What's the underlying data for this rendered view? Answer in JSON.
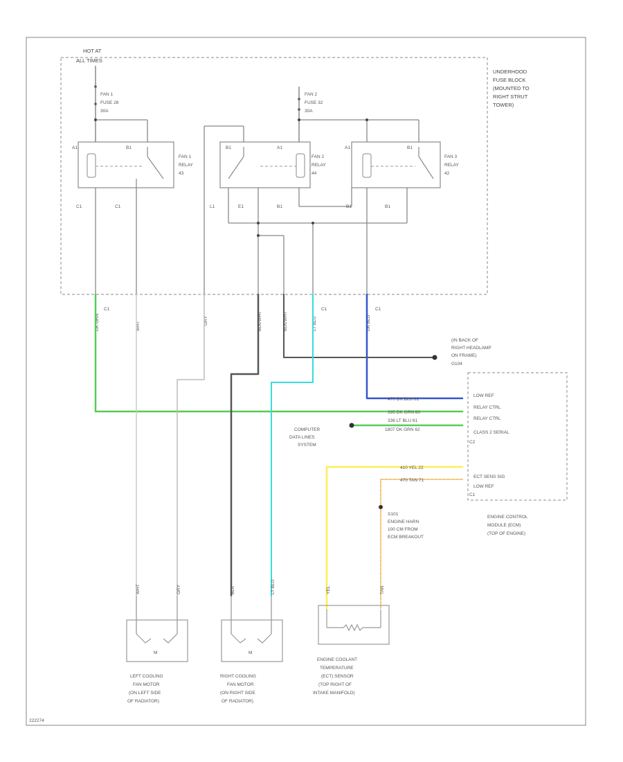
{
  "fuse_block": {
    "hot_label": [
      "HOT AT",
      "ALL TIMES"
    ],
    "title": [
      "UNDERHOOD",
      "FUSE BLOCK",
      "(MOUNTED TO",
      "RIGHT STRUT",
      "TOWER)"
    ],
    "fuse1": [
      "FAN 1",
      "FUSE 28",
      "30A"
    ],
    "fuse2": [
      "FAN 2",
      "FUSE 32",
      "30A"
    ],
    "relay1": [
      "FAN 1",
      "RELAY",
      "43"
    ],
    "relay2": [
      "FAN 2",
      "RELAY",
      "44"
    ],
    "relay3": [
      "FAN 3",
      "RELAY",
      "42"
    ],
    "pins_top": [
      "A1",
      "B1",
      "B1",
      "A1",
      "A1",
      "B1"
    ],
    "pins_bottom": [
      "C1",
      "C1",
      "L1",
      "E1",
      "B1",
      "B1",
      "B1"
    ]
  },
  "connectors": [
    "C1",
    "C1",
    "C1"
  ],
  "ground": {
    "label": [
      "(IN BACK OF",
      "RIGHT HEADLAMP",
      "ON FRAME)"
    ],
    "id": "G104"
  },
  "wires_vertical": [
    "DK GRN",
    "WHT",
    "GRY",
    "BLK/WHT",
    "BLK/WHT",
    "LT BLU",
    "DK BLU"
  ],
  "ecm": {
    "pins": [
      "LOW REF",
      "RELAY CTRL",
      "RELAY CTRL",
      "CLASS 2 SERIAL",
      "ECT SENS SIG",
      "LOW REF"
    ],
    "connector_ids": [
      "C2",
      "C1"
    ],
    "title": [
      "ENGINE CONTROL",
      "MODULE (ECM)",
      "(TOP OF ENGINE)"
    ],
    "wires": [
      "470  DK BLU  61",
      "335  DK GRN  60",
      "336  LT BLU  61",
      "1807  DK GRN  62",
      "410  YEL  22",
      "470  TAN  71"
    ]
  },
  "computer_data": [
    "COMPUTER",
    "DATA LINES",
    "SYSTEM"
  ],
  "splice": [
    "S101",
    "ENGINE HARN",
    "100 CM FROM",
    "ECM BREAKOUT"
  ],
  "left_fan": {
    "title": [
      "LEFT COOLING",
      "FAN MOTOR",
      "(ON LEFT SIDE",
      "OF RADIATOR)"
    ],
    "wires": [
      "WHT",
      "GRY"
    ],
    "motor": "M"
  },
  "right_fan": {
    "title": [
      "RIGHT COOLING",
      "FAN MOTOR",
      "(ON RIGHT SIDE",
      "OF RADIATOR)"
    ],
    "wires": [
      "BLK",
      "LT BLU"
    ],
    "motor": "M"
  },
  "ect": {
    "title": [
      "ENGINE COOLANT",
      "TEMPERATURE",
      "(ECT) SENSOR",
      "(TOP RIGHT OF",
      "INTAKE MANIFOLD)"
    ],
    "wires": [
      "YEL",
      "TAN"
    ]
  },
  "figure_id": "222274",
  "colors": {
    "green": "#55cc55",
    "cyan": "#33dddd",
    "blue": "#3355cc",
    "yellow": "#ffee55",
    "tan": "#f0c878",
    "black": "#555555",
    "gray": "#bbbbbb",
    "line": "#888888"
  }
}
